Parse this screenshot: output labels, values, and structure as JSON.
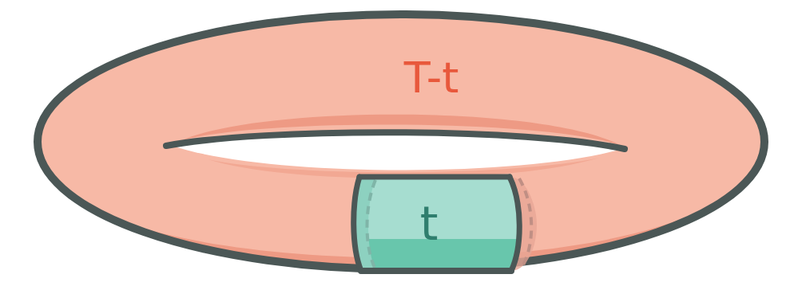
{
  "diagram": {
    "nodes": [
      {
        "text": [
          "T-t"
        ]
      },
      {
        "text": [
          "t"
        ],
        "in": 0
      }
    ]
  }
}
